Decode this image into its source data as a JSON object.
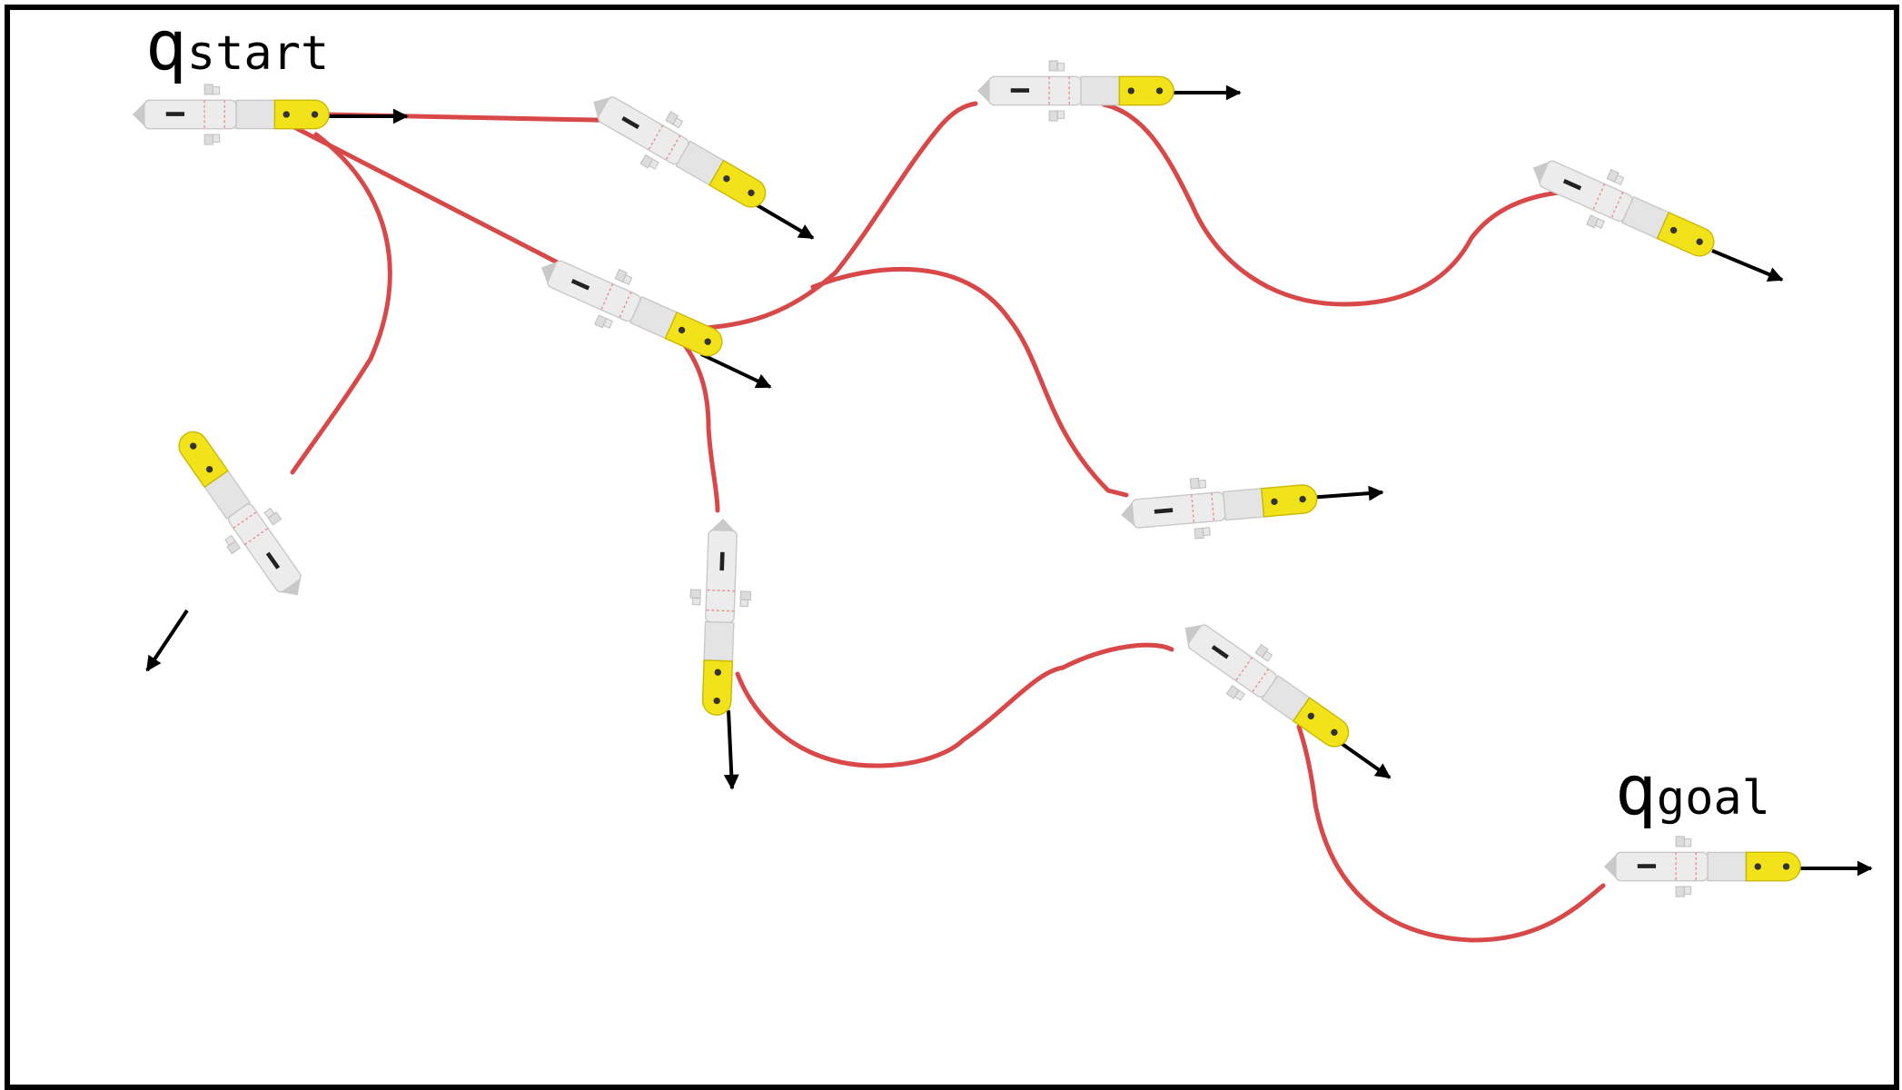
{
  "labels": {
    "start_q": "q",
    "start_sub": "start",
    "goal_q": "q",
    "goal_sub": "goal"
  },
  "colors": {
    "path": "#d84848",
    "arrow": "#000000",
    "robot_body": "#ececec",
    "robot_head": "#f0e00f",
    "frame": "#000000"
  },
  "robots": [
    {
      "id": "start",
      "heading_deg": 0
    },
    {
      "id": "top-branch-1",
      "heading_deg": 30
    },
    {
      "id": "mid-hub",
      "heading_deg": 24
    },
    {
      "id": "left-down",
      "heading_deg": 235
    },
    {
      "id": "top-mid",
      "heading_deg": 0
    },
    {
      "id": "top-right",
      "heading_deg": 24
    },
    {
      "id": "mid-right",
      "heading_deg": -5
    },
    {
      "id": "center-down",
      "heading_deg": 92
    },
    {
      "id": "lower-mid",
      "heading_deg": 35
    },
    {
      "id": "goal",
      "heading_deg": 0
    }
  ]
}
